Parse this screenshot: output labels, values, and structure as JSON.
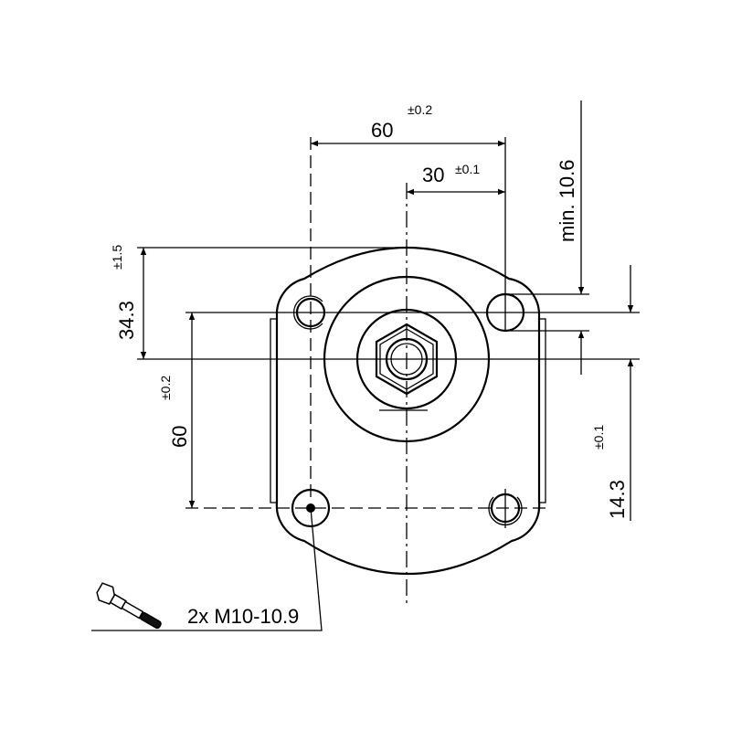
{
  "drawing": {
    "dims": {
      "top_width": {
        "value": "60",
        "tol": "±0.2"
      },
      "top_half": {
        "value": "30",
        "tol": "±0.1"
      },
      "right_min": {
        "value": "min. 10.6"
      },
      "right_offset": {
        "value": "14.3",
        "tol": "±0.1"
      },
      "left_height": {
        "value": "34.3",
        "tol": "±1.5"
      },
      "left_spacing": {
        "value": "60",
        "tol": "±0.2"
      }
    },
    "bolt_label": "2x M10-10.9",
    "line_color": "#000000"
  }
}
